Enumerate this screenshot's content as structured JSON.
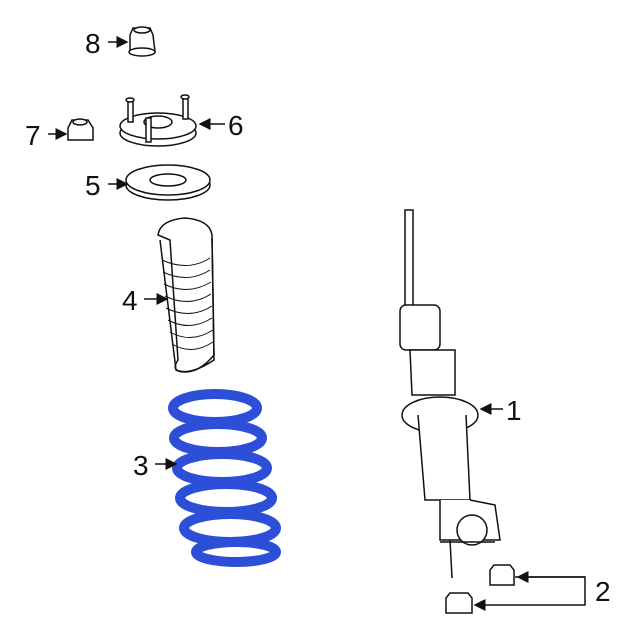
{
  "diagram": {
    "callouts": [
      {
        "id": "8",
        "label": "8"
      },
      {
        "id": "7",
        "label": "7"
      },
      {
        "id": "6",
        "label": "6"
      },
      {
        "id": "5",
        "label": "5"
      },
      {
        "id": "4",
        "label": "4"
      },
      {
        "id": "3",
        "label": "3"
      },
      {
        "id": "1",
        "label": "1"
      },
      {
        "id": "2",
        "label": "2"
      }
    ],
    "colors": {
      "highlight": "#2d4fd8",
      "line": "#111111"
    }
  }
}
